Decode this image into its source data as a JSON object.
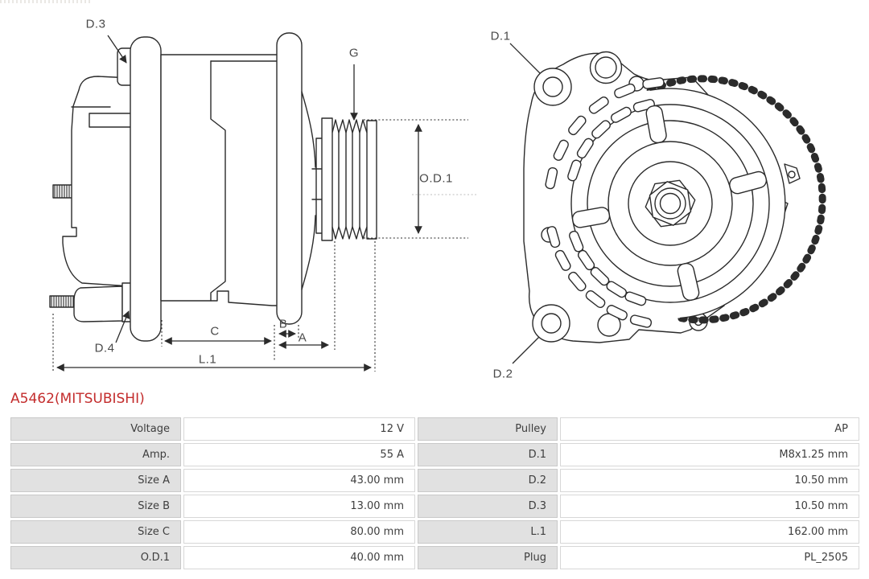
{
  "title": {
    "text": "A5462(MITSUBISHI)",
    "color": "#c32c2c"
  },
  "diagram": {
    "side_view_labels": {
      "d3": "D.3",
      "g": "G",
      "od1": "O.D.1",
      "d4": "D.4",
      "c": "C",
      "b": "B",
      "a": "A",
      "l1": "L.1"
    },
    "front_view_labels": {
      "d1": "D.1",
      "d2": "D.2"
    }
  },
  "spec_table": {
    "rows": [
      {
        "label_left": "Voltage",
        "value_left": "12 V",
        "label_right": "Pulley",
        "value_right": "AP"
      },
      {
        "label_left": "Amp.",
        "value_left": "55 A",
        "label_right": "D.1",
        "value_right": "M8x1.25 mm"
      },
      {
        "label_left": "Size A",
        "value_left": "43.00 mm",
        "label_right": "D.2",
        "value_right": "10.50 mm"
      },
      {
        "label_left": "Size B",
        "value_left": "13.00 mm",
        "label_right": "D.3",
        "value_right": "10.50 mm"
      },
      {
        "label_left": "Size C",
        "value_left": "80.00 mm",
        "label_right": "L.1",
        "value_right": "162.00 mm"
      },
      {
        "label_left": "O.D.1",
        "value_left": "40.00 mm",
        "label_right": "Plug",
        "value_right": "PL_2505"
      }
    ]
  },
  "colors": {
    "line": "#2b2b2b",
    "diagram_label_text": "#4a4a4a",
    "title_red": "#c32c2c",
    "table_label_bg": "#e1e1e1",
    "table_border": "#c9c9c9",
    "table_text": "#3e3e3e"
  }
}
